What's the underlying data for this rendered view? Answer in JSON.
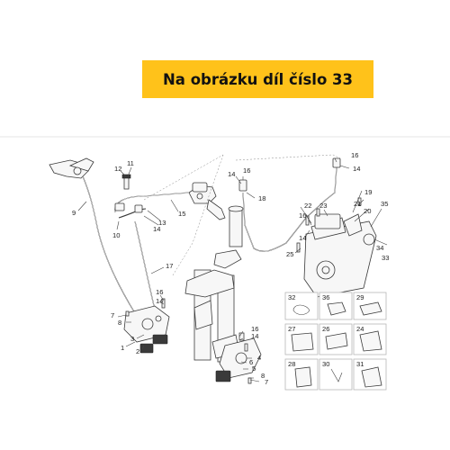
{
  "banner": {
    "text": "Na obrázku díl číslo 33",
    "color": "#FFC21A"
  },
  "callouts": [
    {
      "id": "c1",
      "text": "1"
    },
    {
      "id": "c2",
      "text": "2"
    },
    {
      "id": "c3",
      "text": "3"
    },
    {
      "id": "c4",
      "text": "4"
    },
    {
      "id": "c5",
      "text": "5"
    },
    {
      "id": "c6",
      "text": "6"
    },
    {
      "id": "c7a",
      "text": "7"
    },
    {
      "id": "c7b",
      "text": "7"
    },
    {
      "id": "c8a",
      "text": "8"
    },
    {
      "id": "c8b",
      "text": "8"
    },
    {
      "id": "c9",
      "text": "9"
    },
    {
      "id": "c10",
      "text": "10"
    },
    {
      "id": "c11",
      "text": "11"
    },
    {
      "id": "c12",
      "text": "12"
    },
    {
      "id": "c13",
      "text": "13"
    },
    {
      "id": "c14a",
      "text": "14"
    },
    {
      "id": "c14b",
      "text": "14"
    },
    {
      "id": "c14c",
      "text": "14"
    },
    {
      "id": "c14d",
      "text": "14"
    },
    {
      "id": "c15",
      "text": "15"
    },
    {
      "id": "c16a",
      "text": "16"
    },
    {
      "id": "c16b",
      "text": "16"
    },
    {
      "id": "c16c",
      "text": "16"
    },
    {
      "id": "c16d",
      "text": "16"
    },
    {
      "id": "c17",
      "text": "17"
    },
    {
      "id": "c18",
      "text": "18"
    },
    {
      "id": "c19",
      "text": "19"
    },
    {
      "id": "c20",
      "text": "20"
    },
    {
      "id": "c21",
      "text": "21"
    },
    {
      "id": "c22",
      "text": "22"
    },
    {
      "id": "c23",
      "text": "23"
    },
    {
      "id": "c25",
      "text": "25"
    },
    {
      "id": "c33",
      "text": "33"
    },
    {
      "id": "c34",
      "text": "34"
    },
    {
      "id": "c35",
      "text": "35"
    }
  ],
  "insets": [
    {
      "id": "i32",
      "text": "32"
    },
    {
      "id": "i36",
      "text": "36"
    },
    {
      "id": "i29",
      "text": "29"
    },
    {
      "id": "i27",
      "text": "27"
    },
    {
      "id": "i26",
      "text": "26"
    },
    {
      "id": "i24",
      "text": "24"
    },
    {
      "id": "i28",
      "text": "28"
    },
    {
      "id": "i30",
      "text": "30"
    },
    {
      "id": "i31",
      "text": "31"
    }
  ]
}
